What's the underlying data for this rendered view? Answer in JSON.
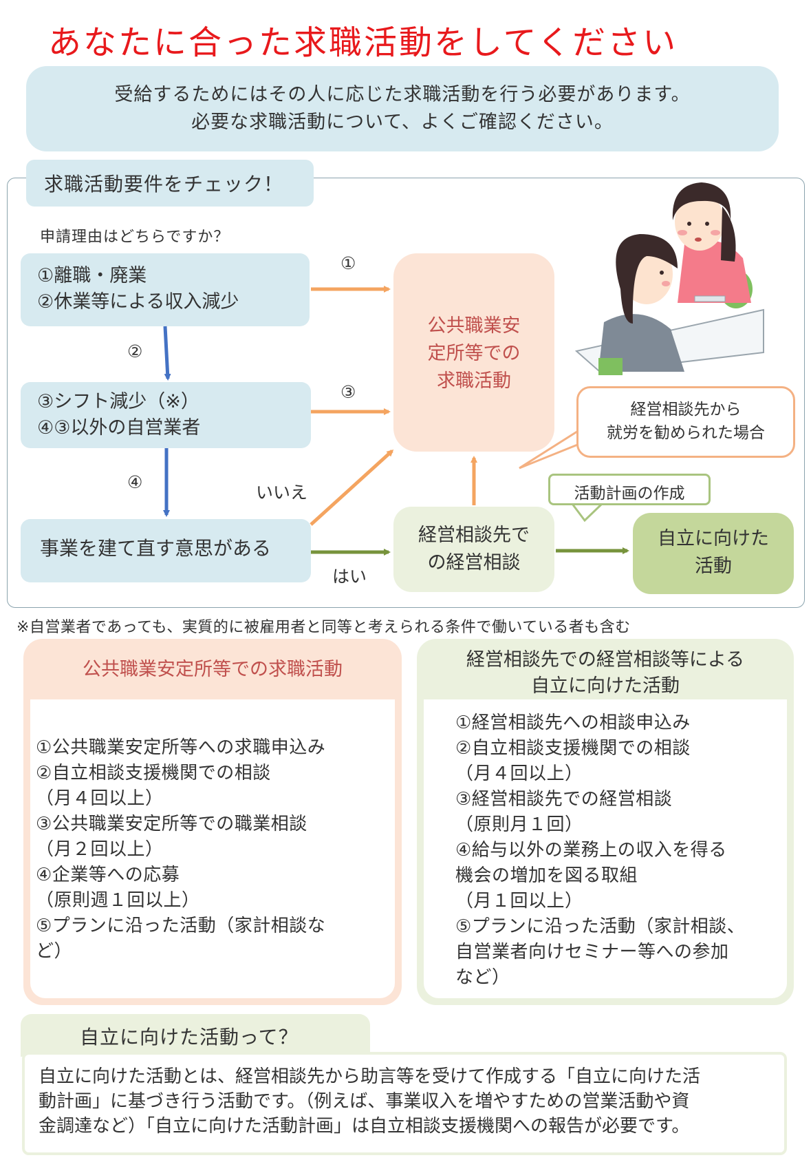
{
  "title": "あなたに合った求職活動をしてください",
  "intro": {
    "line1": "受給するためにはその人に応じた求職活動を行う必要があります。",
    "line2": "必要な求職活動について、よくご確認ください。"
  },
  "flow": {
    "check_tab": "求職活動要件をチェック！",
    "question": "申請理由はどちらですか？",
    "box1": {
      "line1": "①離職・廃業",
      "line2": "②休業等による収入減少"
    },
    "box2": {
      "line1": "③シフト減少（※）",
      "line2": "④③以外の自営業者"
    },
    "box3": "事業を建て直す意思がある",
    "center": {
      "line1": "公共職業安",
      "line2": "定所等での",
      "line3": "求職活動"
    },
    "consult": {
      "line1": "経営相談先で",
      "line2": "の経営相談"
    },
    "independence": {
      "line1": "自立に向けた",
      "line2": "活動"
    },
    "bubble_employment": {
      "line1": "経営相談先から",
      "line2": "就労を勧められた場合"
    },
    "bubble_plan": "活動計画の作成",
    "labels": {
      "arrow1": "①",
      "arrow2": "②",
      "arrow3": "③",
      "arrow4": "④",
      "no": "いいえ",
      "yes": "はい"
    }
  },
  "note": "※自営業者であっても、実質的に被雇用者と同等と考えられる条件で働いている者も含む",
  "panel_job": {
    "title": "公共職業安定所等での求職活動",
    "lines": [
      "①公共職業安定所等への求職申込み",
      "②自立相談支援機関での相談",
      "（月４回以上）",
      "③公共職業安定所等での職業相談",
      "（月２回以上）",
      "④企業等への応募",
      "（原則週１回以上）",
      "⑤プランに沿った活動（家計相談な",
      "ど）"
    ]
  },
  "panel_consult": {
    "title_line1": "経営相談先での経営相談等による",
    "title_line2": "自立に向けた活動",
    "lines": [
      "①経営相談先への相談申込み",
      "②自立相談支援機関での相談",
      "（月４回以上）",
      "③経営相談先での経営相談",
      "（原則月１回）",
      "④給与以外の業務上の収入を得る",
      "機会の増加を図る取組",
      "（月１回以上）",
      "⑤プランに沿った活動（家計相談、",
      "自営業者向けセミナー等への参加",
      "など）"
    ]
  },
  "explain": {
    "tab": "自立に向けた活動って？",
    "line1": "自立に向けた活動とは、経営相談先から助言等を受けて作成する「自立に向けた活",
    "line2": "動計画」に基づき行う活動です。（例えば、事業収入を増やすための営業活動や資",
    "line3": "金調達など）「自立に向けた活動計画」は自立相談支援機関への報告が必要です。"
  },
  "colors": {
    "title": "#e8191c",
    "blue_box": "#d7eaf0",
    "orange_box": "#fce4d6",
    "green_box": "#ebf1de",
    "green_dark": "#c4d79b",
    "arrow_orange": "#f4a460",
    "arrow_blue": "#4472c4",
    "arrow_green": "#77933c"
  },
  "icons": [
    "counseling-illustration"
  ]
}
